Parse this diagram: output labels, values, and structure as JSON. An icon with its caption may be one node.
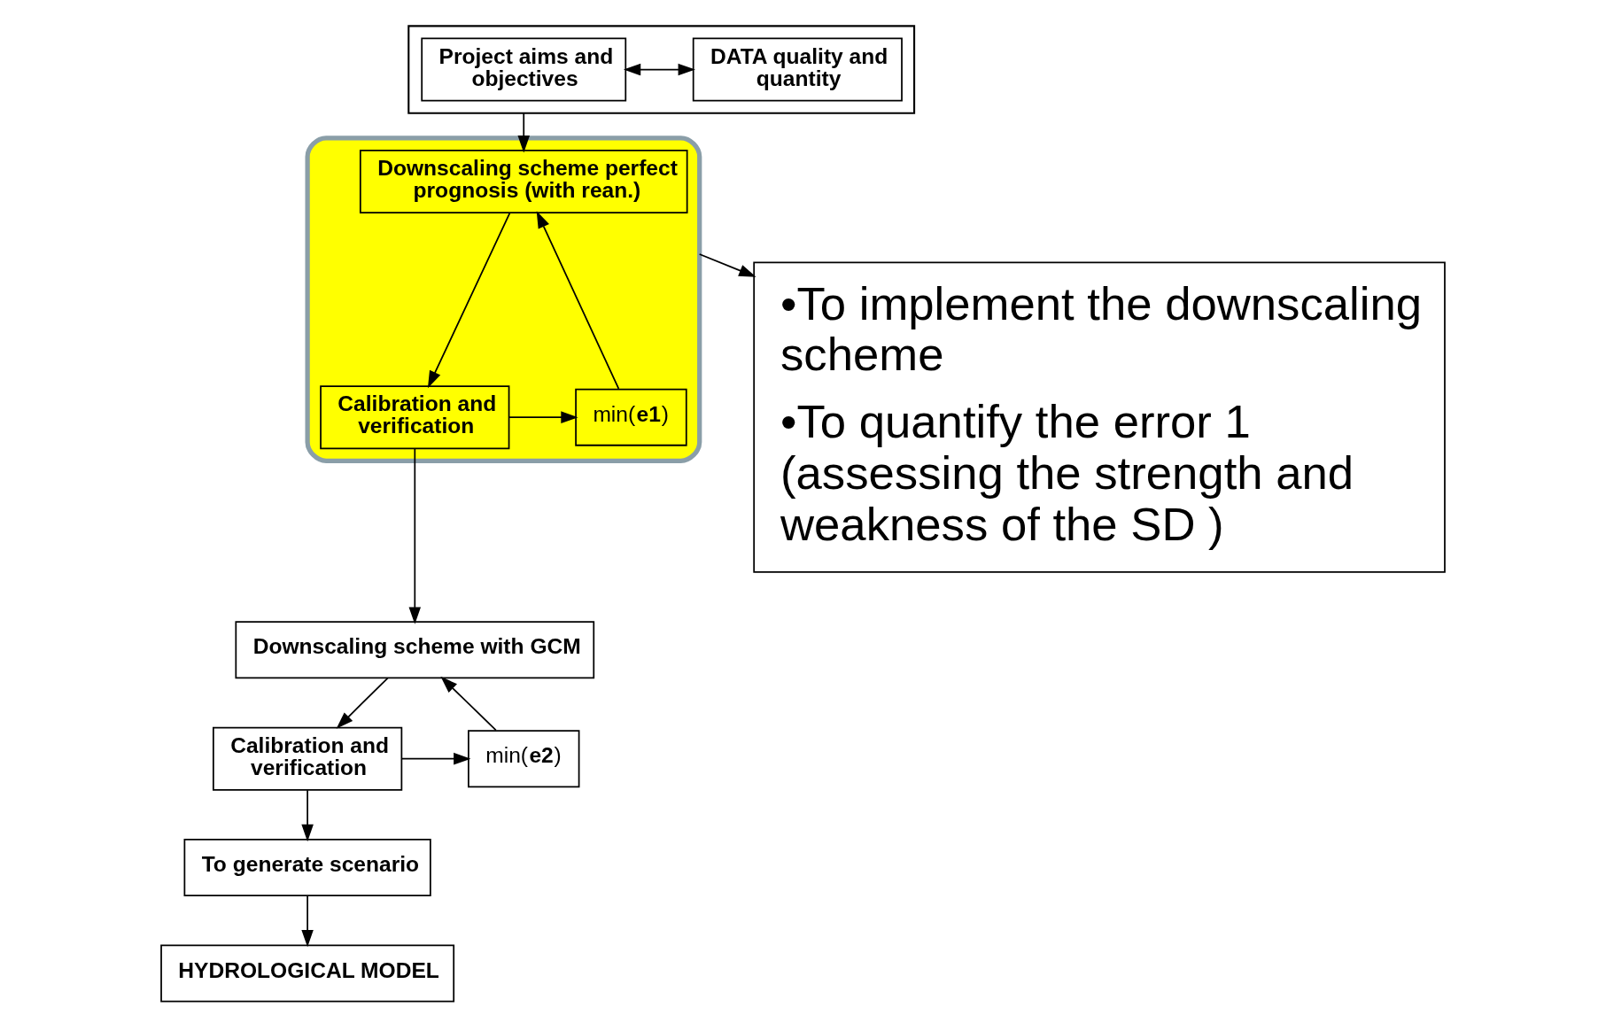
{
  "diagram": {
    "nodes": [
      {
        "text": [],
        "shape": "box"
      },
      {
        "text": [
          "Project aims and objectives"
        ],
        "in": 0
      },
      {
        "text": [
          "DATA quality and quantity"
        ],
        "in": 0
      },
      {
        "text": [],
        "shape": "box"
      },
      {
        "text": [
          "Downscaling scheme perfect prognosis (with rean.)"
        ],
        "in": 3
      },
      {
        "text": [
          "min(**e1**)"
        ],
        "in": 3
      },
      {
        "text": [
          "Calibration and verification"
        ],
        "in": 3
      },
      {
        "text": [
          "•To implement the downscaling scheme",
          "•To quantify the error 1 (assessing the strength and weakness of the SD )"
        ]
      },
      {
        "text": [
          "Downscaling scheme with GCM"
        ]
      },
      {
        "text": [
          "min(**e2**)"
        ]
      },
      {
        "text": [
          "Calibration and verification"
        ]
      },
      {
        "text": [
          "To generate scenario"
        ]
      },
      {
        "text": [
          "HYDROLOGICAL MODEL"
        ]
      }
    ],
    "edges": [
      {
        "from": 1,
        "to": 2,
        "arrow": "both"
      },
      {
        "from": 0,
        "to": 4,
        "arrow": "to"
      },
      {
        "from": 5,
        "to": 4,
        "arrow": "to"
      },
      {
        "from": 4,
        "to": 6,
        "arrow": "to"
      },
      {
        "from": 6,
        "to": 5,
        "arrow": "to"
      },
      {
        "from": 3,
        "to": 7,
        "arrow": "to"
      },
      {
        "from": 6,
        "to": 8,
        "arrow": "to"
      },
      {
        "from": 9,
        "to": 8,
        "arrow": "to"
      },
      {
        "from": 8,
        "to": 10,
        "arrow": "to"
      },
      {
        "from": 10,
        "to": 9,
        "arrow": "to"
      },
      {
        "from": 10,
        "to": 11,
        "arrow": "to"
      },
      {
        "from": 11,
        "to": 12,
        "arrow": "to"
      }
    ]
  }
}
